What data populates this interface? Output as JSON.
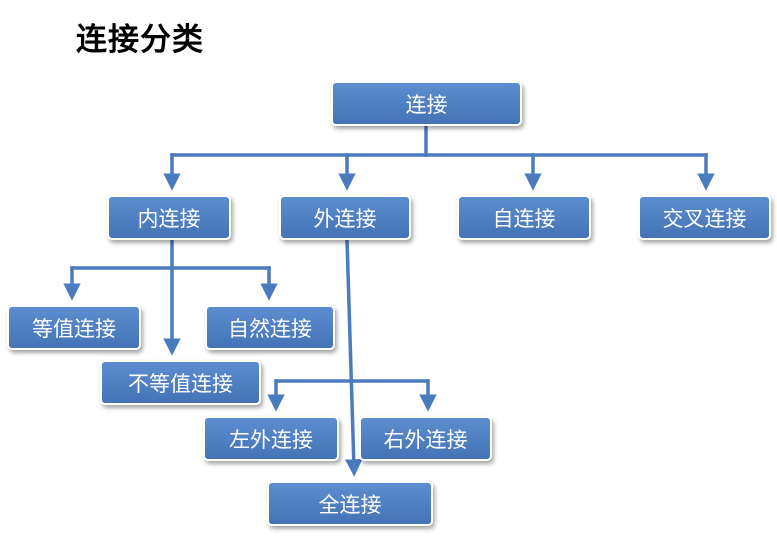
{
  "title": "连接分类",
  "colors": {
    "node_fill": "#4a7bbf",
    "connector": "#4a7bbf",
    "node_text": "#ffffff"
  },
  "nodes": {
    "root": "连接",
    "inner": "内连接",
    "outer": "外连接",
    "self": "自连接",
    "cross": "交叉连接",
    "equi": "等值连接",
    "natural": "自然连接",
    "nonequi": "不等值连接",
    "left": "左外连接",
    "right": "右外连接",
    "full": "全连接"
  }
}
